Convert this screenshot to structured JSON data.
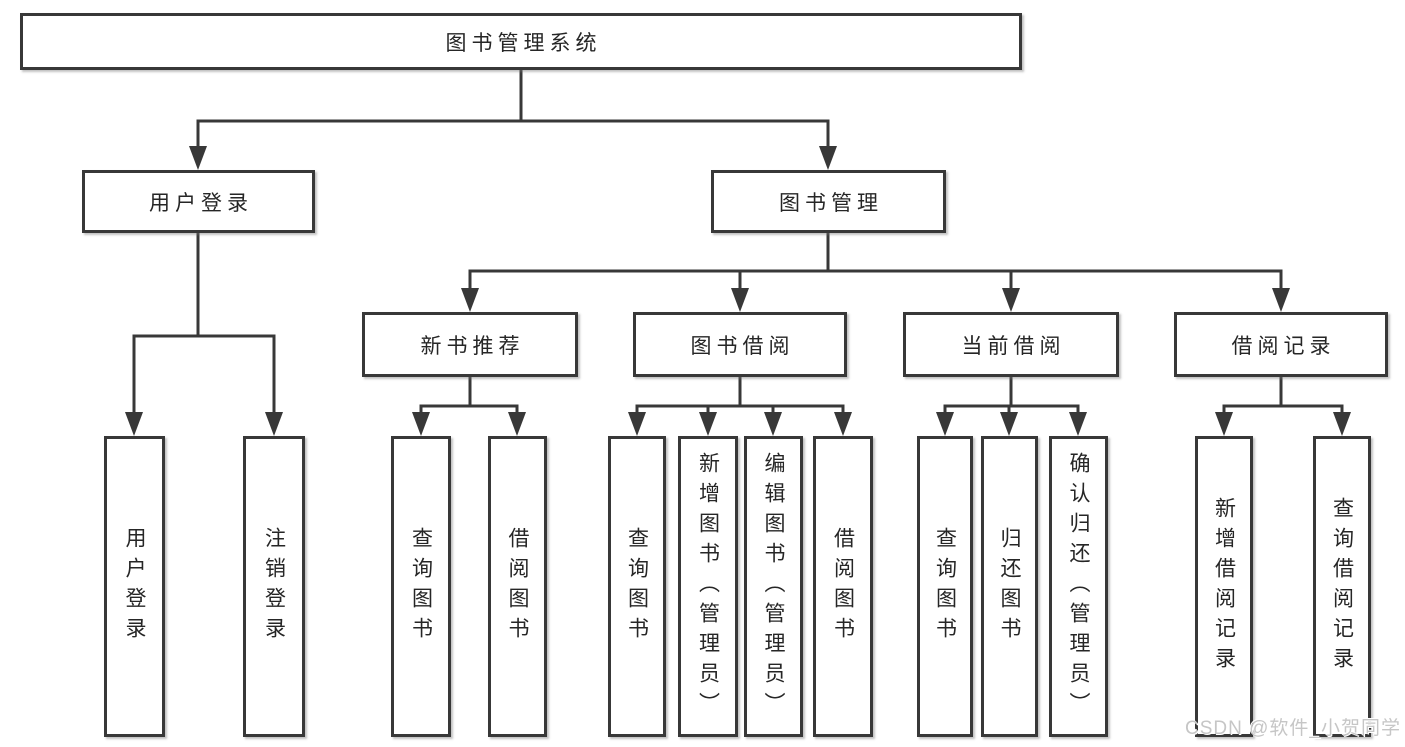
{
  "diagram": {
    "root": {
      "label": "图书管理系统"
    },
    "user": {
      "label": "用户登录",
      "children": [
        "用户登录",
        "注销登录"
      ]
    },
    "mgmt": {
      "label": "图书管理",
      "sections": [
        {
          "label": "新书推荐",
          "children": [
            "查询图书",
            "借阅图书"
          ]
        },
        {
          "label": "图书借阅",
          "children": [
            "查询图书",
            "新增图书（管理员）",
            "编辑图书（管理员）",
            "借阅图书"
          ]
        },
        {
          "label": "当前借阅",
          "children": [
            "查询图书",
            "归还图书",
            "确认归还（管理员）"
          ]
        },
        {
          "label": "借阅记录",
          "children": [
            "新增借阅记录",
            "查询借阅记录"
          ]
        }
      ]
    }
  },
  "watermark": {
    "text": "CSDN @软件_小贺同学"
  },
  "colors": {
    "line": "#383838",
    "box_border": "#383838",
    "text": "#262626",
    "background": "#ffffff",
    "watermark": "#c6c6c6"
  }
}
